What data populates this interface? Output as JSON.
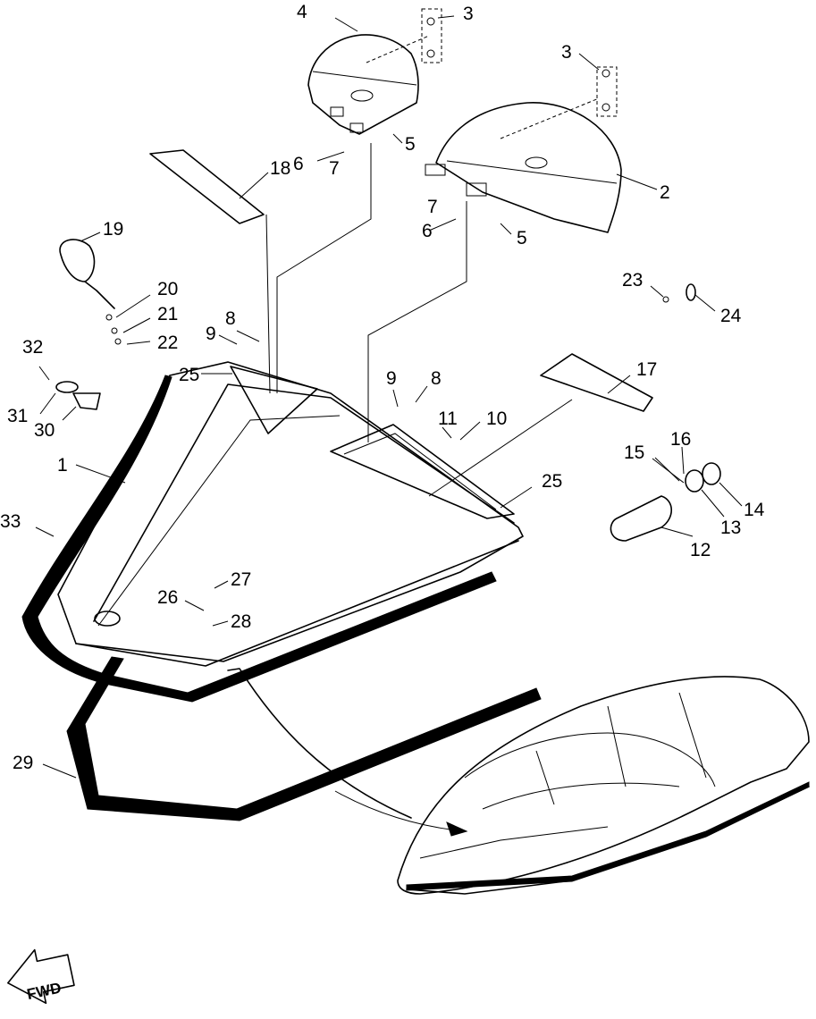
{
  "diagram": {
    "callouts": {
      "c1": "1",
      "c2": "2",
      "c3a": "3",
      "c3b": "3",
      "c4": "4",
      "c5a": "5",
      "c5b": "5",
      "c6a": "6",
      "c6b": "6",
      "c7a": "7",
      "c7b": "7",
      "c8a": "8",
      "c8b": "8",
      "c9a": "9",
      "c9b": "9",
      "c10": "10",
      "c11": "11",
      "c12": "12",
      "c13": "13",
      "c14": "14",
      "c15": "15",
      "c16": "16",
      "c17": "17",
      "c18": "18",
      "c19": "19",
      "c20": "20",
      "c21": "21",
      "c22": "22",
      "c23": "23",
      "c24": "24",
      "c25a": "25",
      "c25b": "25",
      "c26": "26",
      "c27": "27",
      "c28": "28",
      "c29": "29",
      "c30": "30",
      "c31": "31",
      "c32": "32",
      "c33": "33"
    },
    "direction_label": "FWD"
  }
}
